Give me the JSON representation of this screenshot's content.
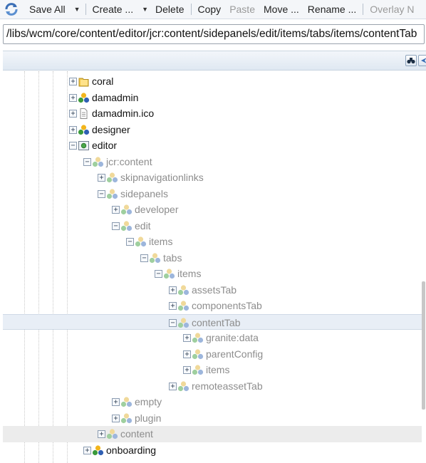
{
  "toolbar": {
    "save_all": "Save All",
    "create": "Create ...",
    "delete": "Delete",
    "copy": "Copy",
    "paste": "Paste",
    "move": "Move ...",
    "rename": "Rename ...",
    "overlay": "Overlay N"
  },
  "path": "/libs/wcm/core/content/editor/jcr:content/sidepanels/edit/items/tabs/items/contentTab",
  "tree": [
    {
      "label": "coral",
      "depth": 5,
      "icon": "folder-icon",
      "toggle": "+",
      "color": "black"
    },
    {
      "label": "damadmin",
      "depth": 5,
      "icon": "node-icon",
      "toggle": "+",
      "color": "black"
    },
    {
      "label": "damadmin.ico",
      "depth": 5,
      "icon": "file-icon",
      "toggle": "+",
      "color": "black"
    },
    {
      "label": "designer",
      "depth": 5,
      "icon": "node-icon",
      "toggle": "+",
      "color": "black"
    },
    {
      "label": "editor",
      "depth": 5,
      "icon": "page-icon",
      "toggle": "-",
      "color": "black"
    },
    {
      "label": "jcr:content",
      "depth": 6,
      "icon": "node-faded-icon",
      "toggle": "-",
      "color": "grey"
    },
    {
      "label": "skipnavigationlinks",
      "depth": 7,
      "icon": "node-faded-icon",
      "toggle": "+",
      "color": "grey"
    },
    {
      "label": "sidepanels",
      "depth": 7,
      "icon": "node-faded-icon",
      "toggle": "-",
      "color": "grey"
    },
    {
      "label": "developer",
      "depth": 8,
      "icon": "node-faded-icon",
      "toggle": "+",
      "color": "grey"
    },
    {
      "label": "edit",
      "depth": 8,
      "icon": "node-faded-icon",
      "toggle": "-",
      "color": "grey"
    },
    {
      "label": "items",
      "depth": 9,
      "icon": "node-faded-icon",
      "toggle": "-",
      "color": "grey"
    },
    {
      "label": "tabs",
      "depth": 10,
      "icon": "node-faded-icon",
      "toggle": "-",
      "color": "grey"
    },
    {
      "label": "items",
      "depth": 11,
      "icon": "node-faded-icon",
      "toggle": "-",
      "color": "grey"
    },
    {
      "label": "assetsTab",
      "depth": 12,
      "icon": "node-faded-icon",
      "toggle": "+",
      "color": "grey"
    },
    {
      "label": "componentsTab",
      "depth": 12,
      "icon": "node-faded-icon",
      "toggle": "+",
      "color": "grey"
    },
    {
      "label": "contentTab",
      "depth": 12,
      "icon": "node-faded-icon",
      "toggle": "-",
      "color": "grey",
      "selected": true
    },
    {
      "label": "granite:data",
      "depth": 13,
      "icon": "node-faded-icon",
      "toggle": "+",
      "color": "grey"
    },
    {
      "label": "parentConfig",
      "depth": 13,
      "icon": "node-faded-icon",
      "toggle": "+",
      "color": "grey"
    },
    {
      "label": "items",
      "depth": 13,
      "icon": "node-faded-icon",
      "toggle": "+",
      "color": "grey"
    },
    {
      "label": "remoteassetTab",
      "depth": 12,
      "icon": "node-faded-icon",
      "toggle": "+",
      "color": "grey"
    },
    {
      "label": "empty",
      "depth": 8,
      "icon": "node-faded-icon",
      "toggle": "+",
      "color": "grey"
    },
    {
      "label": "plugin",
      "depth": 8,
      "icon": "node-faded-icon",
      "toggle": "+",
      "color": "grey"
    },
    {
      "label": "content",
      "depth": 7,
      "icon": "node-faded-icon",
      "toggle": "+",
      "color": "grey",
      "hover": true
    },
    {
      "label": "onboarding",
      "depth": 6,
      "icon": "node-icon",
      "toggle": "+",
      "color": "black"
    }
  ],
  "colors": {
    "accent": "#3b6fb6",
    "selected_row": "#e8eef6"
  }
}
